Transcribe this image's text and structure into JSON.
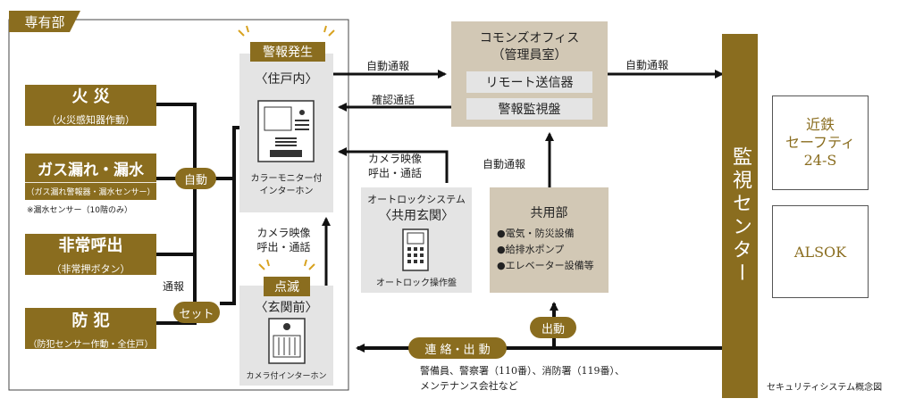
{
  "private_area": {
    "tag": "専有部"
  },
  "alarms": [
    {
      "label": "火 災",
      "sub": "（火災感知器作動）"
    },
    {
      "label": "ガス漏れ・漏水",
      "sub": "（ガス漏れ警報器・漏水センサー）",
      "note": "※漏水センサー（10階のみ）"
    },
    {
      "label": "非常呼出",
      "sub": "（非常押ボタン）"
    },
    {
      "label": "防 犯",
      "sub": "（防犯センサー作動・全住戸）"
    }
  ],
  "badges": {
    "auto": "自動",
    "set": "セット"
  },
  "labels": {
    "report": "通報",
    "camera_call": "カメラ映像\n呼出・通話",
    "camera_call_common": "カメラ映像\n呼出・通話",
    "auto_report_1": "自動通報",
    "confirm_call": "確認通話",
    "auto_report_2": "自動通報",
    "auto_report_3": "自動通報",
    "dispatch": "出動",
    "contact_dispatch": "連 絡・出 動",
    "responders": "警備員、警察署（110番）、消防署（119番）、\nメンテナンス会社など",
    "caption": "セキュリティシステム概念図"
  },
  "unit": {
    "alarm_badge": "警報発生",
    "title": "〈住戸内〉",
    "device": "カラーモニター付\nインターホン"
  },
  "entrance": {
    "blink_badge": "点滅",
    "title": "〈玄関前〉",
    "device": "カメラ付インターホン"
  },
  "autolock": {
    "title1": "オートロックシステム",
    "title2": "〈共用玄関〉",
    "device": "オートロック操作盤"
  },
  "commons_office": {
    "title1": "コモンズオフィス",
    "title2": "（管理員室）",
    "item1": "リモート送信器",
    "item2": "警報監視盤"
  },
  "common_area": {
    "title": "共用部",
    "items": [
      "●電気・防災設備",
      "●給排水ポンプ",
      "●エレベーター設備等"
    ]
  },
  "monitor_center": {
    "title": "監視センター"
  },
  "companies": [
    {
      "name": "近鉄\nセーフティ\n24-S"
    },
    {
      "name": "ALSOK"
    }
  ],
  "colors": {
    "gold": "#8a6d1f",
    "beige": "#d2c8b5",
    "gray": "#e4e4e4",
    "line": "#111111"
  }
}
